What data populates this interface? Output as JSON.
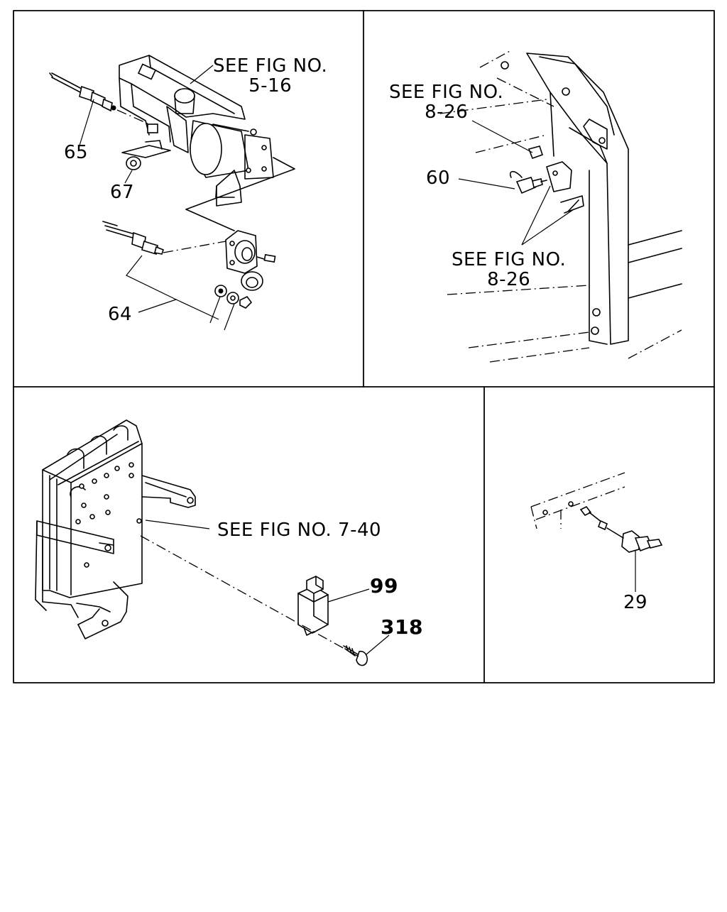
{
  "panels": {
    "top_left": {
      "ref_fig": {
        "line1": "SEE FIG NO.",
        "line2": "5-16"
      },
      "parts": [
        "65",
        "67",
        "64"
      ]
    },
    "top_right": {
      "ref_fig_upper": {
        "line1": "SEE FIG NO.",
        "line2": "8-26"
      },
      "ref_fig_lower": {
        "line1": "SEE FIG NO.",
        "line2": "8-26"
      },
      "parts": [
        "60"
      ]
    },
    "bottom_left": {
      "ref_fig": "SEE FIG NO. 7-40",
      "parts": [
        "99",
        "318"
      ]
    },
    "bottom_right": {
      "parts": [
        "29"
      ]
    }
  }
}
